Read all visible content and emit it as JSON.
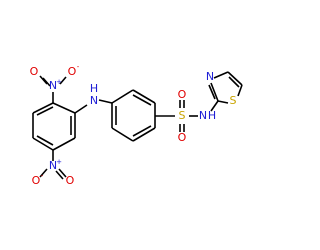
{
  "molecule": {
    "labels": {
      "nitro_top_n": "N",
      "nitro_top_plus": "+",
      "nitro_top_o1": "O",
      "nitro_top_o1_minus": "-",
      "nitro_top_o2": "O",
      "nitro_bottom_n": "N",
      "nitro_bottom_plus": "+",
      "nitro_bottom_o1": "O",
      "nitro_bottom_o1_minus": "-",
      "nitro_bottom_o2": "O",
      "amine_n": "N",
      "amine_h": "H",
      "sulfur": "S",
      "sulfonyl_o_top": "O",
      "sulfonyl_o_bottom": "O",
      "sulfonamide_n": "N",
      "sulfonamide_h": "H",
      "thiazole_n": "N",
      "thiazole_s": "S"
    },
    "colors": {
      "bond": "#000000",
      "nitrogen": "#1f1fd6",
      "oxygen": "#e00000",
      "sulfur": "#c8a400"
    }
  }
}
